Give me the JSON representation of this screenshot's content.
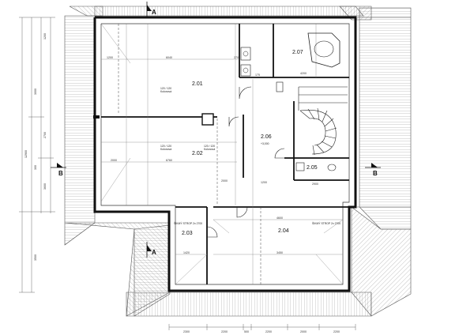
{
  "rooms": [
    {
      "id": "2.01",
      "label": "2.01"
    },
    {
      "id": "2.02",
      "label": "2.02"
    },
    {
      "id": "2.03",
      "label": "2.03"
    },
    {
      "id": "2.04",
      "label": "2.04"
    },
    {
      "id": "2.05",
      "label": "2.05"
    },
    {
      "id": "2.06",
      "label": "2.06"
    },
    {
      "id": "2.07",
      "label": "2.07"
    }
  ],
  "section_marks": {
    "a_top": "A",
    "a_bottom": "A",
    "b_left": "B",
    "b_right": "B"
  },
  "notes": {
    "kolo_201": "120 / 120",
    "kolo_201b": "Kolonová",
    "kolo_202a": "120 / 120",
    "kolo_202b": "Kolonová",
    "kolo_202c": "120 / 120",
    "kolo_202d": "Kolonová",
    "stropni_203": "ŠIKMÝ STROP 2x 2700",
    "stropni_204": "ŠIKMÝ STROP 2x 2700",
    "level_206": "+3,000"
  },
  "dims_left": [
    "1200",
    "3000",
    "2700",
    "300",
    "3600",
    "3500",
    "12900"
  ],
  "dims_bottom": [
    "2300",
    "2200",
    "500",
    "2200",
    "2000",
    "2200"
  ],
  "dims_inner": [
    "1200",
    "6040",
    "270",
    "175",
    "4200",
    "2000",
    "6760",
    "2000",
    "4600",
    "3450",
    "1420",
    "2900",
    "1200"
  ]
}
